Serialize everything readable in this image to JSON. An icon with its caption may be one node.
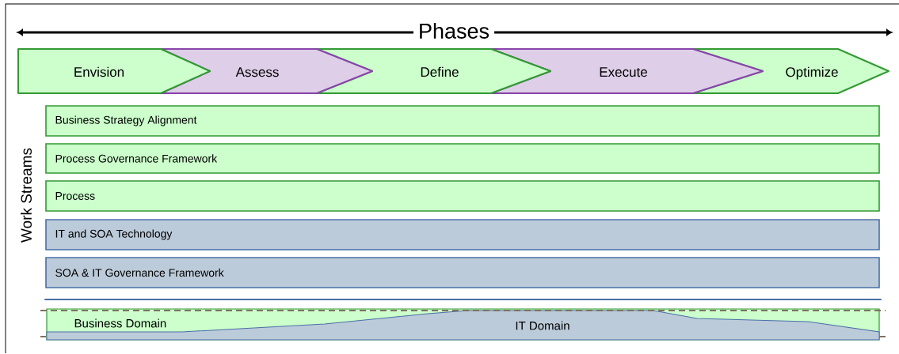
{
  "diagram": {
    "title": "Phases",
    "nodes": [
      {
        "text": [
          "Envision"
        ]
      },
      {
        "text": [
          "Assess"
        ]
      },
      {
        "text": [
          "Define"
        ]
      },
      {
        "text": [
          "Execute"
        ]
      },
      {
        "text": [
          "Optimize"
        ]
      },
      {
        "text": [
          "Business Strategy Alignment"
        ]
      },
      {
        "text": [
          "Process Governance Framework"
        ]
      },
      {
        "text": [
          "Process"
        ]
      },
      {
        "text": [
          "IT and SOA Technology"
        ]
      },
      {
        "text": [
          "SOA & IT Governance Framework"
        ]
      },
      {
        "text": [
          "Business Domain"
        ]
      },
      {
        "text": [
          "IT Domain"
        ]
      }
    ],
    "edges": [],
    "labels": [
      "Work Streams"
    ]
  }
}
